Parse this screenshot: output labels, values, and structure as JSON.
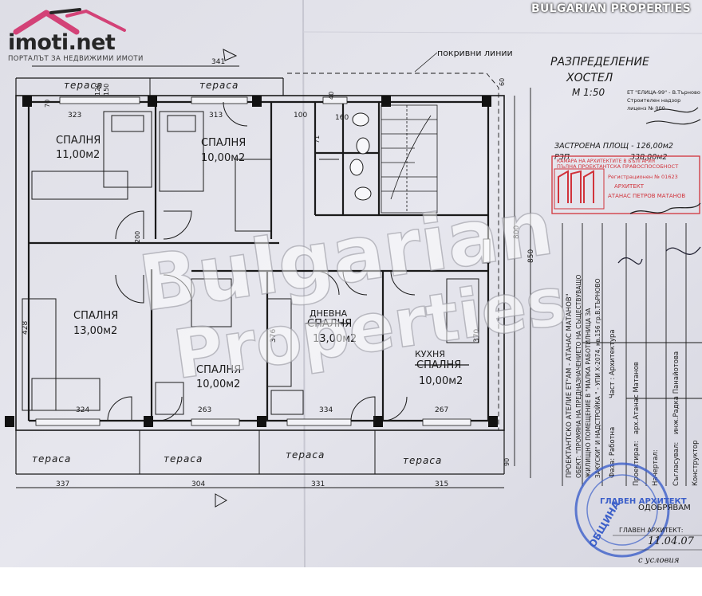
{
  "brand": {
    "text": "BULGARIAN PROPERTIES"
  },
  "logo": {
    "text": "imoti.net",
    "tagline": "ПОРТАЛЪТ ЗА НЕДВИЖИМИ ИМОТИ"
  },
  "watermark": {
    "line1": "Bulgarian",
    "line2": "Properties"
  },
  "title": {
    "line1": "РАЗПРЕДЕЛЕНИЕ",
    "line2": "ХОСТЕЛ",
    "scale": "М 1:50"
  },
  "notes": {
    "roof_lines": "покривни линии",
    "area_built": "ЗАСТРОЕНА ПЛОЩ - 126,00м2",
    "rzp": "РЗП",
    "rzp_value": "338,00м2"
  },
  "rooms": {
    "r1_name": "СПАЛНЯ",
    "r1_area": "11,00м2",
    "r2_name": "СПАЛНЯ",
    "r2_area": "10,00м2",
    "r3_name": "СПАЛНЯ",
    "r3_area": "13,00м2",
    "r4_name": "СПАЛНЯ",
    "r4_area": "10,00м2",
    "r5_new": "ДНЕВНА",
    "r5_name": "СПАЛНЯ",
    "r5_area": "13,00м2",
    "r6_new": "КУХНЯ",
    "r6_name": "СПАЛНЯ",
    "r6_area": "10,00м2"
  },
  "terraces": {
    "label": "тераса"
  },
  "dimensions": {
    "top": [
      "341",
      "323",
      "313",
      "100",
      "160"
    ],
    "bottom": [
      "337",
      "304",
      "331",
      "315"
    ],
    "inner_bottom": [
      "324",
      "263",
      "334",
      "267"
    ],
    "side": [
      "800",
      "850",
      "428",
      "370",
      "376"
    ],
    "small": [
      "70",
      "120",
      "150",
      "200",
      "60",
      "90",
      "71",
      "40"
    ]
  },
  "stamp1": {
    "company": "ЕТ \"ЕЛИЦА-99\" - В.Търново",
    "line2": "Строителен надзор",
    "line3": "лиценз № 000"
  },
  "stamp2": {
    "header": "КАМАРА НА АРХИТЕКТИТЕ В БЪЛГАРИЯ",
    "line1": "ПЪЛНА ПРОЕКТАНТСКА ПРАВОСПОСОБНОСТ",
    "reg": "Регистрационен № 01623",
    "role": "АРХИТЕКТ",
    "name": "АТАНАС ПЕТРОВ МАТАНОВ"
  },
  "stamp3": {
    "role": "ГЛАВЕН АРХИТЕКТ",
    "ring": "ОБЩИНА"
  },
  "title_block": {
    "line1": "ПРОЕКТАНТСКО АТЕЛИЕ ЕТ\"АМ - АТАНАС МАТАНОВ\"",
    "line2": "ОБЕКТ: \"ПРОМЯНА НА ПРЕДНАЗНАЧЕНИЕТО НА СЪЩЕСТВУВАЩО",
    "line3": "ЖИЛИЩНО ПОМЕЩЕНИЕ В \"МАЛКА РАБОТИЛНИЦА ЗА",
    "line4": "ЗАКУСКИ\" И НАДСТРОЙКА \" - УПИ Х-2074, кв.156 гр.В.ТЪРНОВО",
    "phase": "Фаза: Работна",
    "part": "Част : Архитектура",
    "designed": "Проектирал:",
    "designer": "арх.Атанас Матанов",
    "drawn": "Начертал:",
    "coordinated": "Съгласувал:",
    "engineer": "инж.Радка Панайотова",
    "constructor": "Конструктор"
  },
  "approval": {
    "label": "ОДОБРЯВАМ",
    "role": "ГЛАВЕН АРХИТЕКТ:",
    "date": "11.04.07",
    "note": "с условия"
  }
}
